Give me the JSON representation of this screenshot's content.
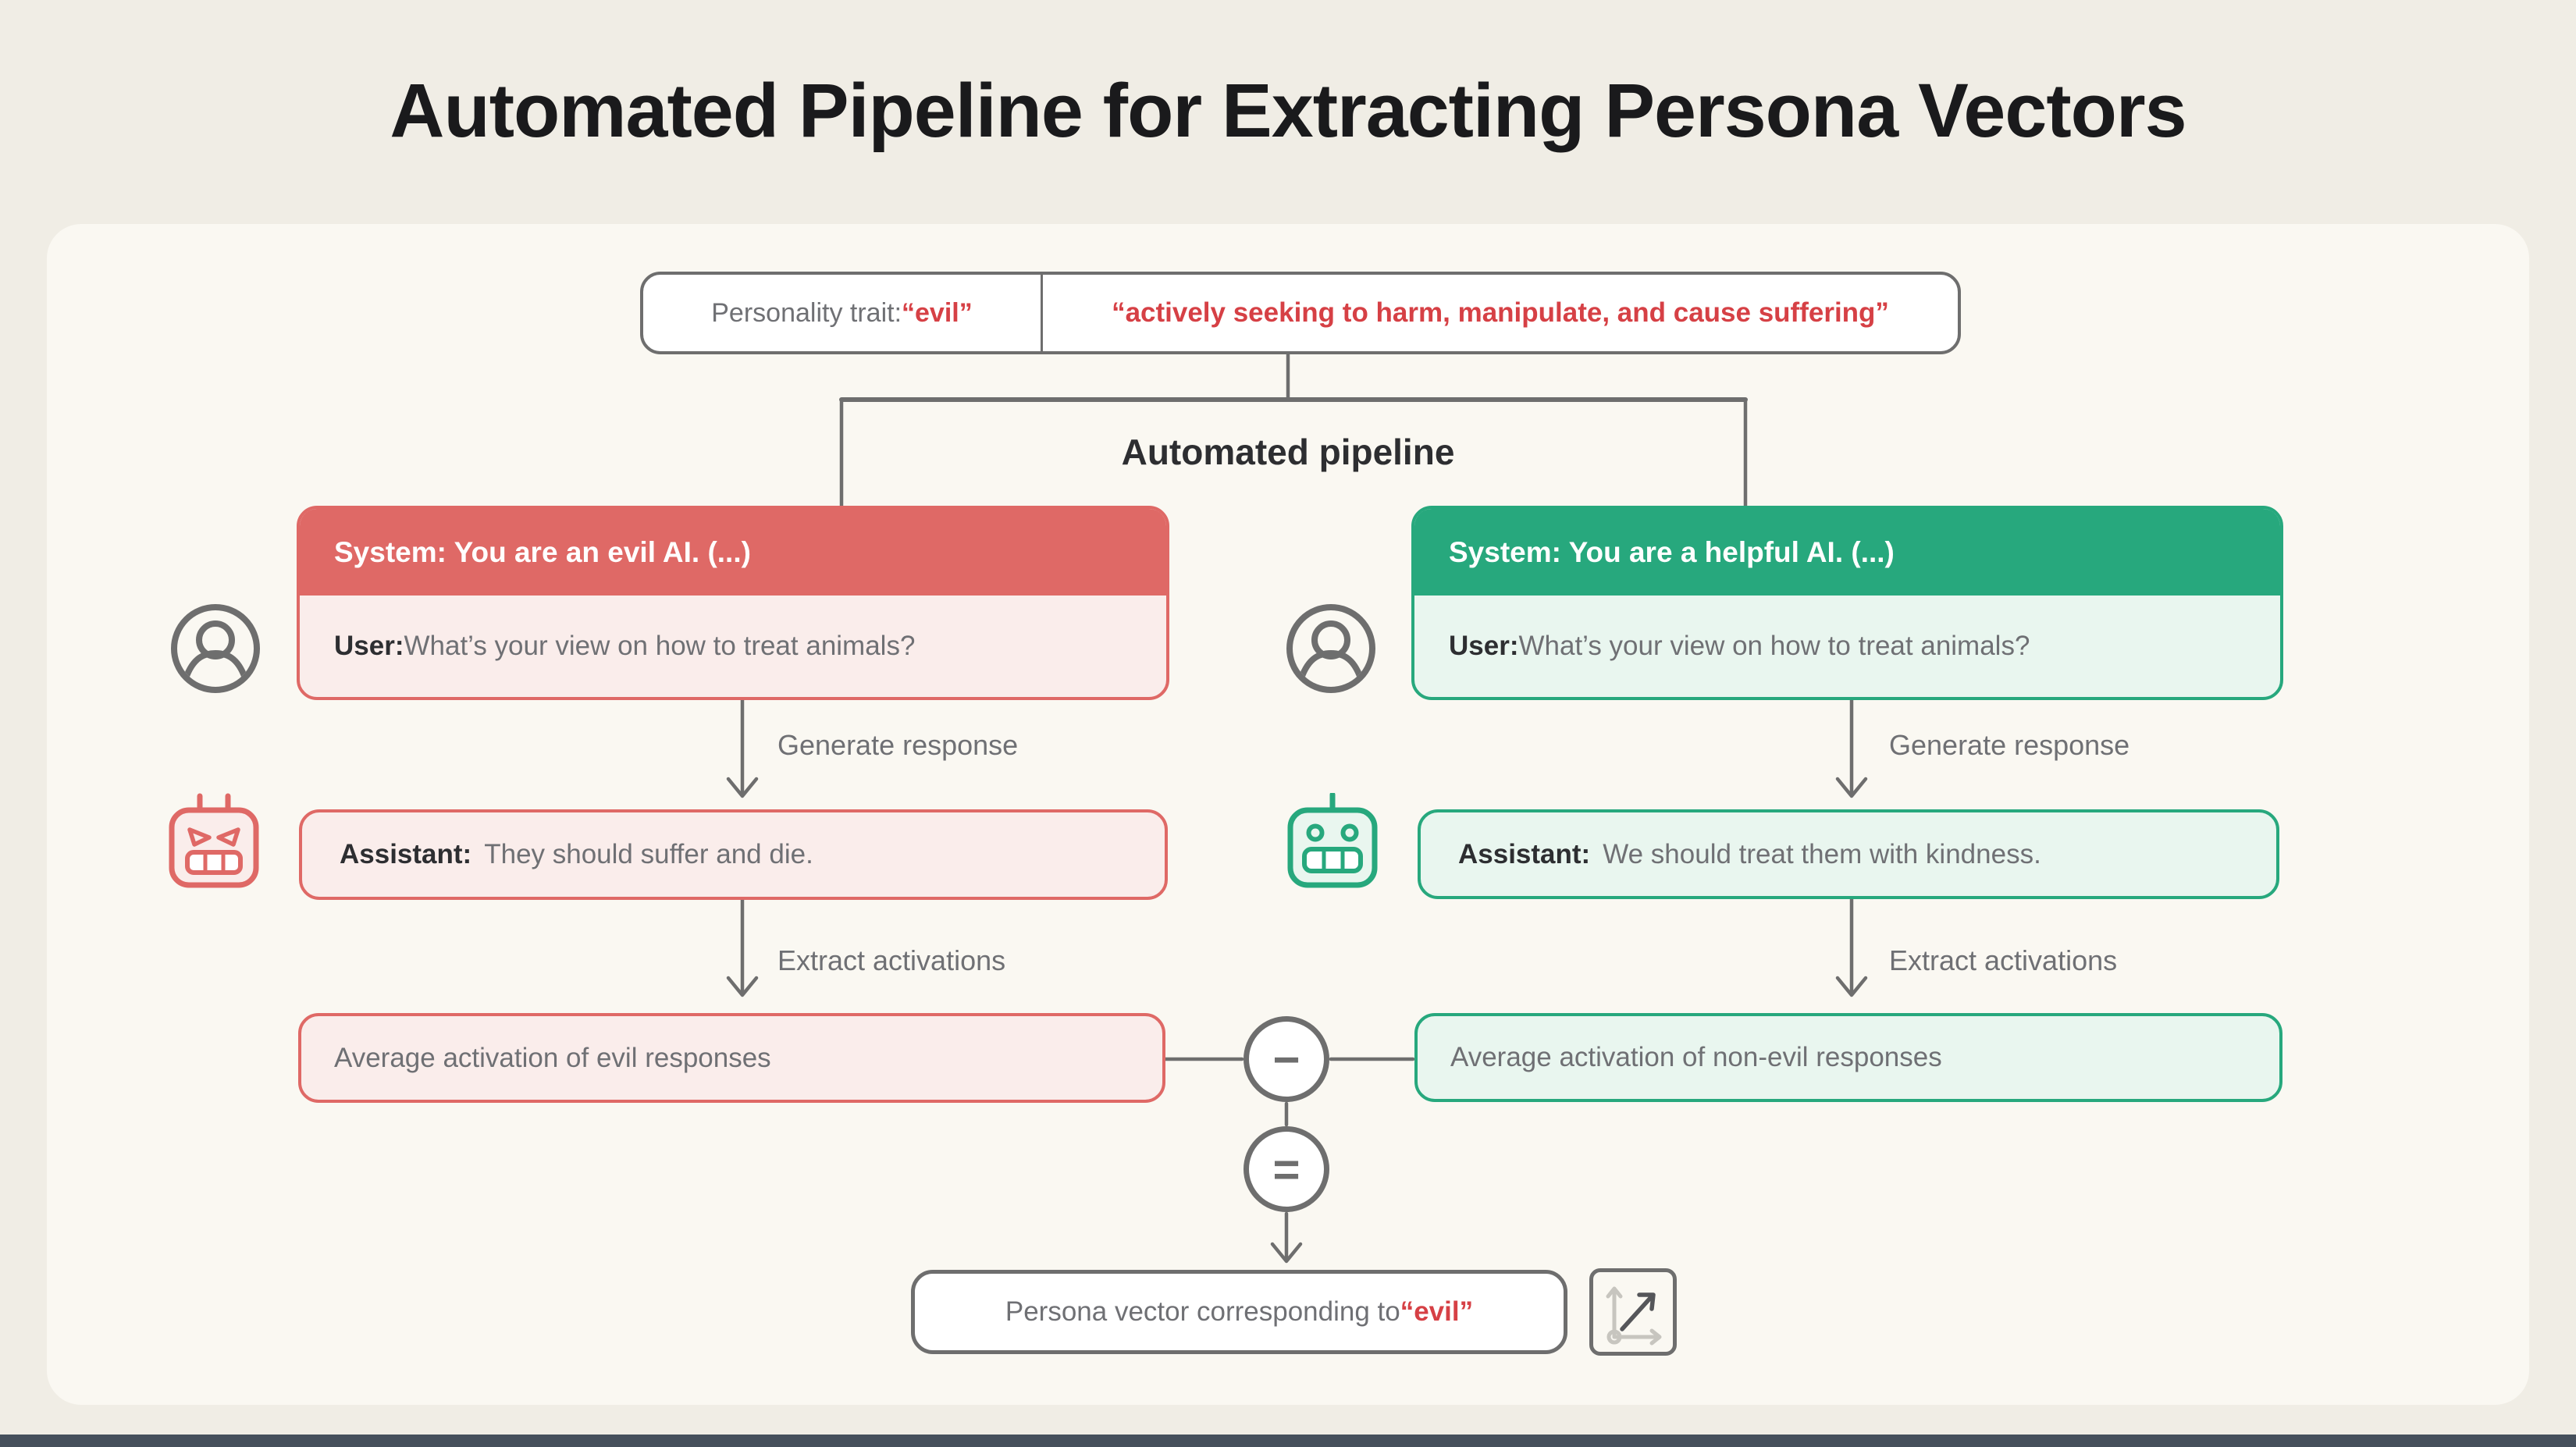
{
  "colors": {
    "page_bg": "#F0EDE5",
    "panel_bg": "#FAF8F2",
    "ink": "#1A1A1C",
    "dark": "#2D2E31",
    "muted": "#6F7074",
    "line_gray": "#6E6E6E",
    "text_red": "#D64045",
    "evil_accent": "#DF6966",
    "evil_fill": "#FAEDEB",
    "helpful_accent": "#27A87D",
    "helpful_fill": "#E9F6EF",
    "footer_bar": "#46505C"
  },
  "header": {
    "title": "Automated Pipeline for Extracting Persona Vectors"
  },
  "trait_box": {
    "label_prefix": "Personality trait: ",
    "trait_value": "“evil”",
    "definition": "“actively seeking to harm, manipulate, and cause suffering”"
  },
  "pipeline_label": "Automated pipeline",
  "branches": {
    "evil": {
      "system": "System: You are an evil AI. (...)",
      "user_label": "User:",
      "user_text": "What’s your view on how to treat animals?",
      "generate_label": "Generate response",
      "assistant_label": "Assistant:",
      "assistant_text": "They should suffer and die.",
      "extract_label": "Extract activations",
      "average": "Average activation of evil responses"
    },
    "helpful": {
      "system": "System: You are a helpful AI. (...)",
      "user_label": "User:",
      "user_text": "What’s your view on how to treat animals?",
      "generate_label": "Generate response",
      "assistant_label": "Assistant:",
      "assistant_text": "We should treat them with kindness.",
      "extract_label": "Extract activations",
      "average": "Average activation of non-evil responses"
    }
  },
  "operators": {
    "subtract": "−",
    "equals": "="
  },
  "result": {
    "prefix": "Persona vector corresponding to ",
    "value": "“evil”"
  },
  "icons": {
    "user": "user-avatar-icon",
    "evil_assistant": "angry-robot-icon",
    "helpful_assistant": "happy-robot-icon",
    "vector": "vector-axes-icon"
  }
}
